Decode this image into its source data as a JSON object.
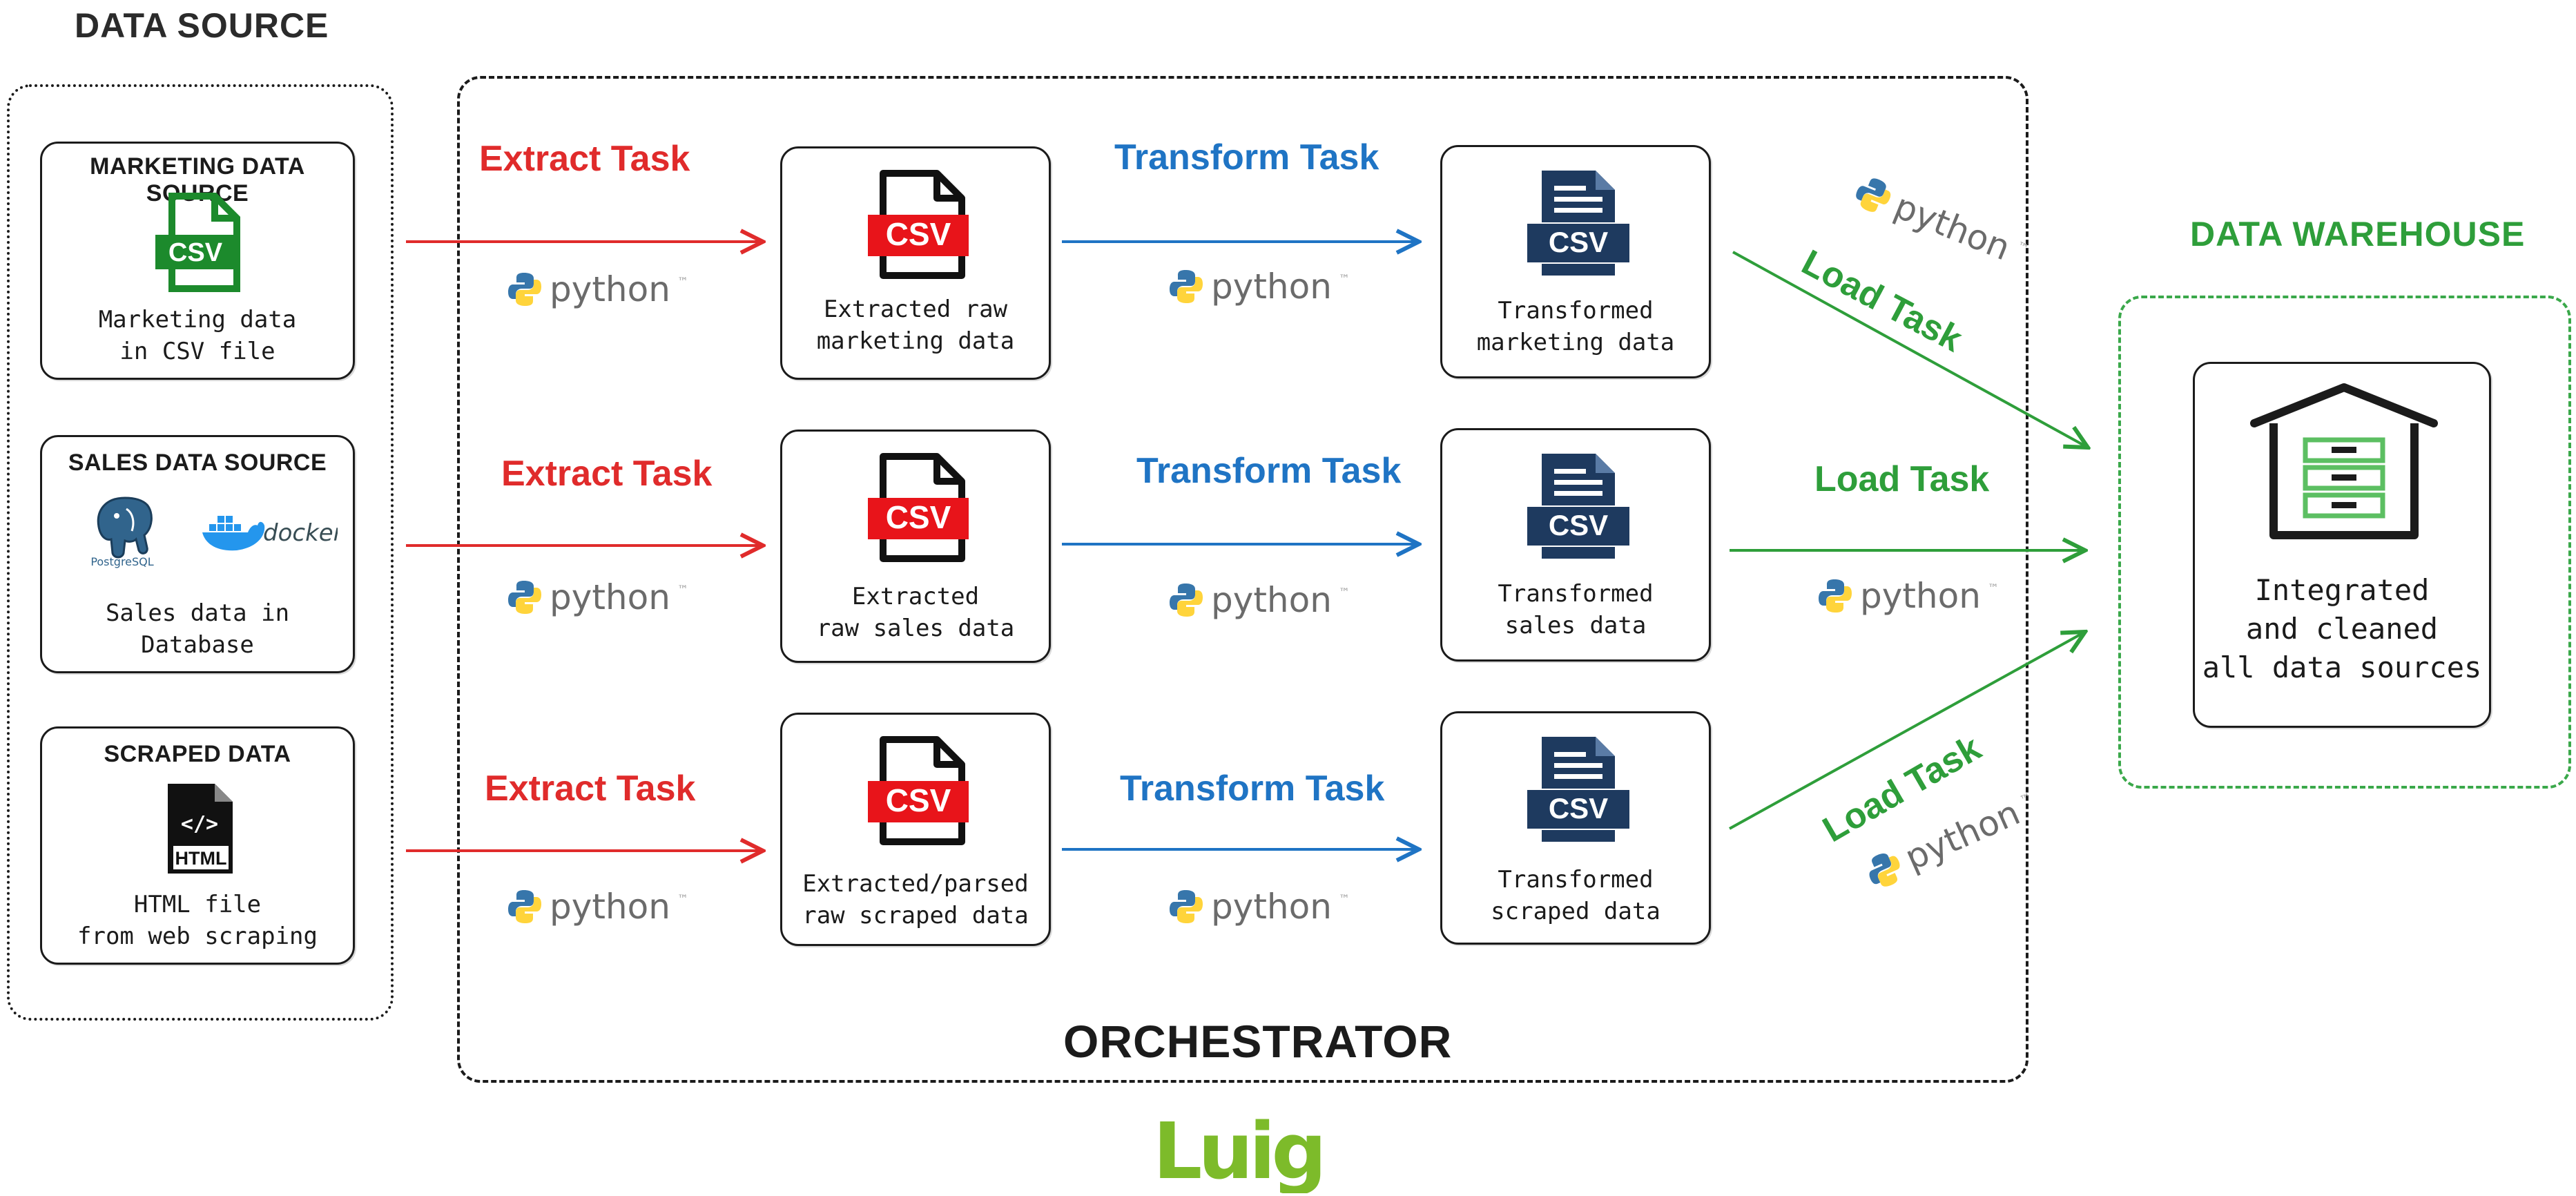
{
  "titles": {
    "data_source": "DATA SOURCE",
    "data_warehouse": "DATA WAREHOUSE",
    "orchestrator": "ORCHESTRATOR",
    "luigi": "Luigi"
  },
  "sources": {
    "marketing": {
      "title": "MARKETING DATA SOURCE",
      "icon_label": "CSV",
      "lines": [
        "Marketing data",
        "in CSV file"
      ]
    },
    "sales": {
      "title": "SALES DATA SOURCE",
      "postgres_label": "PostgreSQL",
      "docker_label": "docker",
      "lines": [
        "Sales data in",
        "Database"
      ]
    },
    "scraped": {
      "title": "SCRAPED DATA",
      "icon_code": "</>",
      "icon_label": "HTML",
      "lines": [
        "HTML file",
        "from web scraping"
      ]
    }
  },
  "tasks": {
    "extract": "Extract Task",
    "transform": "Transform Task",
    "load": "Load Task",
    "python": "python",
    "python_tm": "™"
  },
  "extracted": {
    "icon_label": "CSV",
    "marketing": [
      "Extracted raw",
      "marketing data"
    ],
    "sales": [
      "Extracted",
      "raw sales data"
    ],
    "scraped": [
      "Extracted/parsed",
      "raw scraped data"
    ]
  },
  "transformed": {
    "icon_label": "CSV",
    "marketing": [
      "Transformed",
      "marketing data"
    ],
    "sales": [
      "Transformed",
      "sales data"
    ],
    "scraped": [
      "Transformed",
      "scraped data"
    ]
  },
  "warehouse": {
    "lines": [
      "Integrated",
      "and cleaned",
      "all data sources"
    ]
  },
  "colors": {
    "extract": "#e02b2b",
    "transform": "#1f74c4",
    "load": "#2e9e3a",
    "text": "#1b1b1b",
    "csv_red": "#e8141a",
    "csv_green": "#1c8a2c",
    "csv_navy": "#1e3a5f"
  }
}
